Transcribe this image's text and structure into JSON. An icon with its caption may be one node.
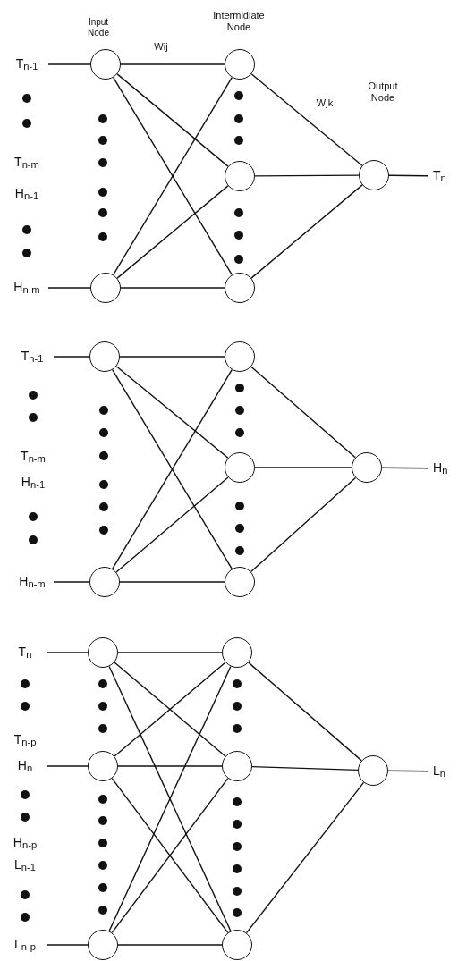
{
  "diagram": {
    "nodes": [
      {
        "text": [
          "T$_{n-1}$"
        ]
      },
      {
        "text": [
          "H$_{n-m}$"
        ]
      },
      {
        "text": [],
        "shape": "circle"
      },
      {
        "text": [],
        "shape": "circle"
      },
      {
        "text": [],
        "shape": "circle"
      },
      {
        "text": [],
        "shape": "circle"
      },
      {
        "text": [],
        "shape": "circle"
      },
      {
        "text": [],
        "shape": "circle"
      },
      {
        "text": [
          "T$_{n}$"
        ]
      },
      {
        "text": [
          "T$_{n-1}$"
        ]
      },
      {
        "text": [
          "H$_{n-m}$"
        ]
      },
      {
        "text": [],
        "shape": "circle"
      },
      {
        "text": [],
        "shape": "circle"
      },
      {
        "text": [],
        "shape": "circle"
      },
      {
        "text": [],
        "shape": "circle"
      },
      {
        "text": [],
        "shape": "circle"
      },
      {
        "text": [],
        "shape": "circle"
      },
      {
        "text": [
          "H$_{n}$"
        ]
      },
      {
        "text": [
          "T$_{n}$"
        ]
      },
      {
        "text": [
          "H$_{n}$"
        ]
      },
      {
        "text": [
          "L$_{n-p}$"
        ]
      },
      {
        "text": [],
        "shape": "circle"
      },
      {
        "text": [],
        "shape": "circle"
      },
      {
        "text": [],
        "shape": "circle"
      },
      {
        "text": [],
        "shape": "circle"
      },
      {
        "text": [],
        "shape": "circle"
      },
      {
        "text": [],
        "shape": "circle"
      },
      {
        "text": [],
        "shape": "circle"
      },
      {
        "text": [
          "L$_{n}$"
        ]
      }
    ],
    "edges": [
      {
        "from": 0,
        "to": 2,
        "arrow": "none"
      },
      {
        "from": 1,
        "to": 3,
        "arrow": "none"
      },
      {
        "from": 2,
        "to": 4,
        "arrow": "none"
      },
      {
        "from": 2,
        "to": 5,
        "arrow": "none"
      },
      {
        "from": 2,
        "to": 6,
        "arrow": "none"
      },
      {
        "from": 3,
        "to": 4,
        "arrow": "none"
      },
      {
        "from": 3,
        "to": 5,
        "arrow": "none"
      },
      {
        "from": 3,
        "to": 6,
        "arrow": "none"
      },
      {
        "from": 4,
        "to": 7,
        "arrow": "none"
      },
      {
        "from": 5,
        "to": 7,
        "arrow": "none"
      },
      {
        "from": 6,
        "to": 7,
        "arrow": "none"
      },
      {
        "from": 7,
        "to": 8,
        "arrow": "none"
      },
      {
        "from": 9,
        "to": 11,
        "arrow": "none"
      },
      {
        "from": 10,
        "to": 12,
        "arrow": "none"
      },
      {
        "from": 11,
        "to": 13,
        "arrow": "none"
      },
      {
        "from": 11,
        "to": 14,
        "arrow": "none"
      },
      {
        "from": 11,
        "to": 15,
        "arrow": "none"
      },
      {
        "from": 12,
        "to": 13,
        "arrow": "none"
      },
      {
        "from": 12,
        "to": 14,
        "arrow": "none"
      },
      {
        "from": 12,
        "to": 15,
        "arrow": "none"
      },
      {
        "from": 13,
        "to": 16,
        "arrow": "none"
      },
      {
        "from": 14,
        "to": 16,
        "arrow": "none"
      },
      {
        "from": 15,
        "to": 16,
        "arrow": "none"
      },
      {
        "from": 16,
        "to": 17,
        "arrow": "none"
      },
      {
        "from": 18,
        "to": 21,
        "arrow": "none"
      },
      {
        "from": 19,
        "to": 22,
        "arrow": "none"
      },
      {
        "from": 20,
        "to": 23,
        "arrow": "none"
      },
      {
        "from": 21,
        "to": 24,
        "arrow": "none"
      },
      {
        "from": 21,
        "to": 25,
        "arrow": "none"
      },
      {
        "from": 21,
        "to": 26,
        "arrow": "none"
      },
      {
        "from": 22,
        "to": 24,
        "arrow": "none"
      },
      {
        "from": 22,
        "to": 25,
        "arrow": "none"
      },
      {
        "from": 22,
        "to": 26,
        "arrow": "none"
      },
      {
        "from": 23,
        "to": 24,
        "arrow": "none"
      },
      {
        "from": 23,
        "to": 25,
        "arrow": "none"
      },
      {
        "from": 23,
        "to": 26,
        "arrow": "none"
      },
      {
        "from": 24,
        "to": 27,
        "arrow": "none"
      },
      {
        "from": 25,
        "to": 27,
        "arrow": "none"
      },
      {
        "from": 26,
        "to": 27,
        "arrow": "none"
      },
      {
        "from": 27,
        "to": 28,
        "arrow": "none"
      }
    ],
    "labels": [
      "Input Node",
      "Intermidiate Node",
      "Wij",
      "Wjk",
      "Output Node",
      "T$_{n-m}$",
      "H$_{n-1}$",
      "T$_{n-m}$",
      "H$_{n-1}$",
      "T$_{n-p}$",
      "H$_{n-p}$",
      "L$_{n-1}$"
    ]
  }
}
